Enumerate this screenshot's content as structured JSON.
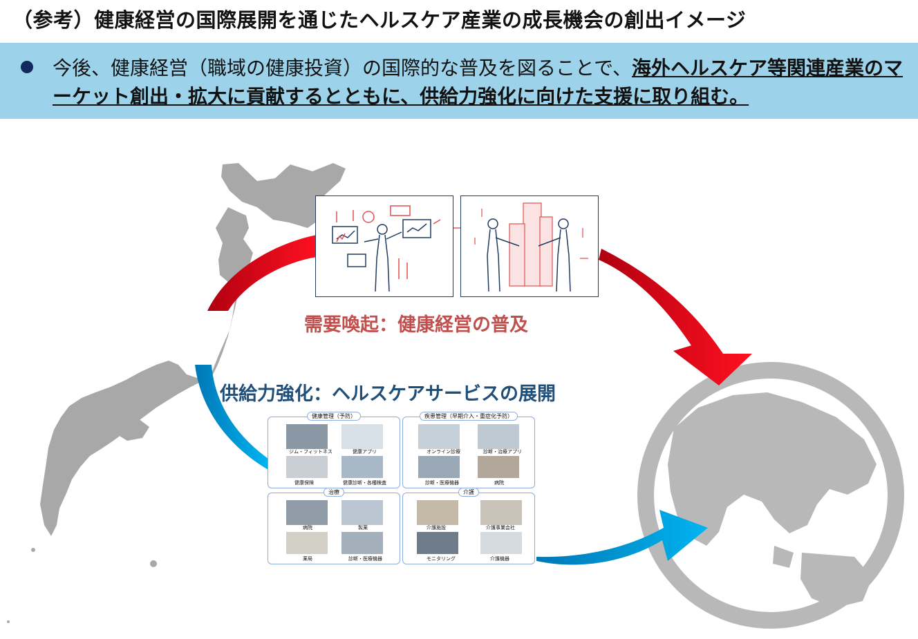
{
  "title": "（参考）健康経営の国際展開を通じたヘルスケア産業の成長機会の創出イメージ",
  "bullet": {
    "normal": "今後、健康経営（職域の健康投資）の国際的な普及を図ることで、",
    "emphasis": "海外ヘルスケア等関連産業のマーケット創出・拡大に貢献するとともに、供給力強化に向けた支援に取り組む。"
  },
  "labels": {
    "demand": "需要喚起：健康経営の普及",
    "supply": "供給力強化：ヘルスケアサービスの展開"
  },
  "panels": [
    {
      "title": "健康管理（予防）",
      "items": [
        "ジム・フィットネス",
        "健康アプリ",
        "健康保険",
        "健康診断・各種検査"
      ]
    },
    {
      "title": "疾患管理（早期介入・重症化予防）",
      "items": [
        "オンライン診療",
        "診断・治療アプリ",
        "診断・医療機器",
        "病院"
      ]
    },
    {
      "title": "治療",
      "items": [
        "病院",
        "製薬",
        "薬局",
        "診断・医療機器"
      ]
    },
    {
      "title": "介護",
      "items": [
        "介護施設",
        "介護事業会社",
        "モニタリング",
        "介護機器"
      ]
    }
  ],
  "colors": {
    "red_arrow": "#e0000f",
    "blue_arrow": "#00a3e0",
    "map_gray": "#a8a8a8",
    "band": "#9dd3ea",
    "demand_text": "#c0504d",
    "supply_text": "#1f4e79"
  }
}
